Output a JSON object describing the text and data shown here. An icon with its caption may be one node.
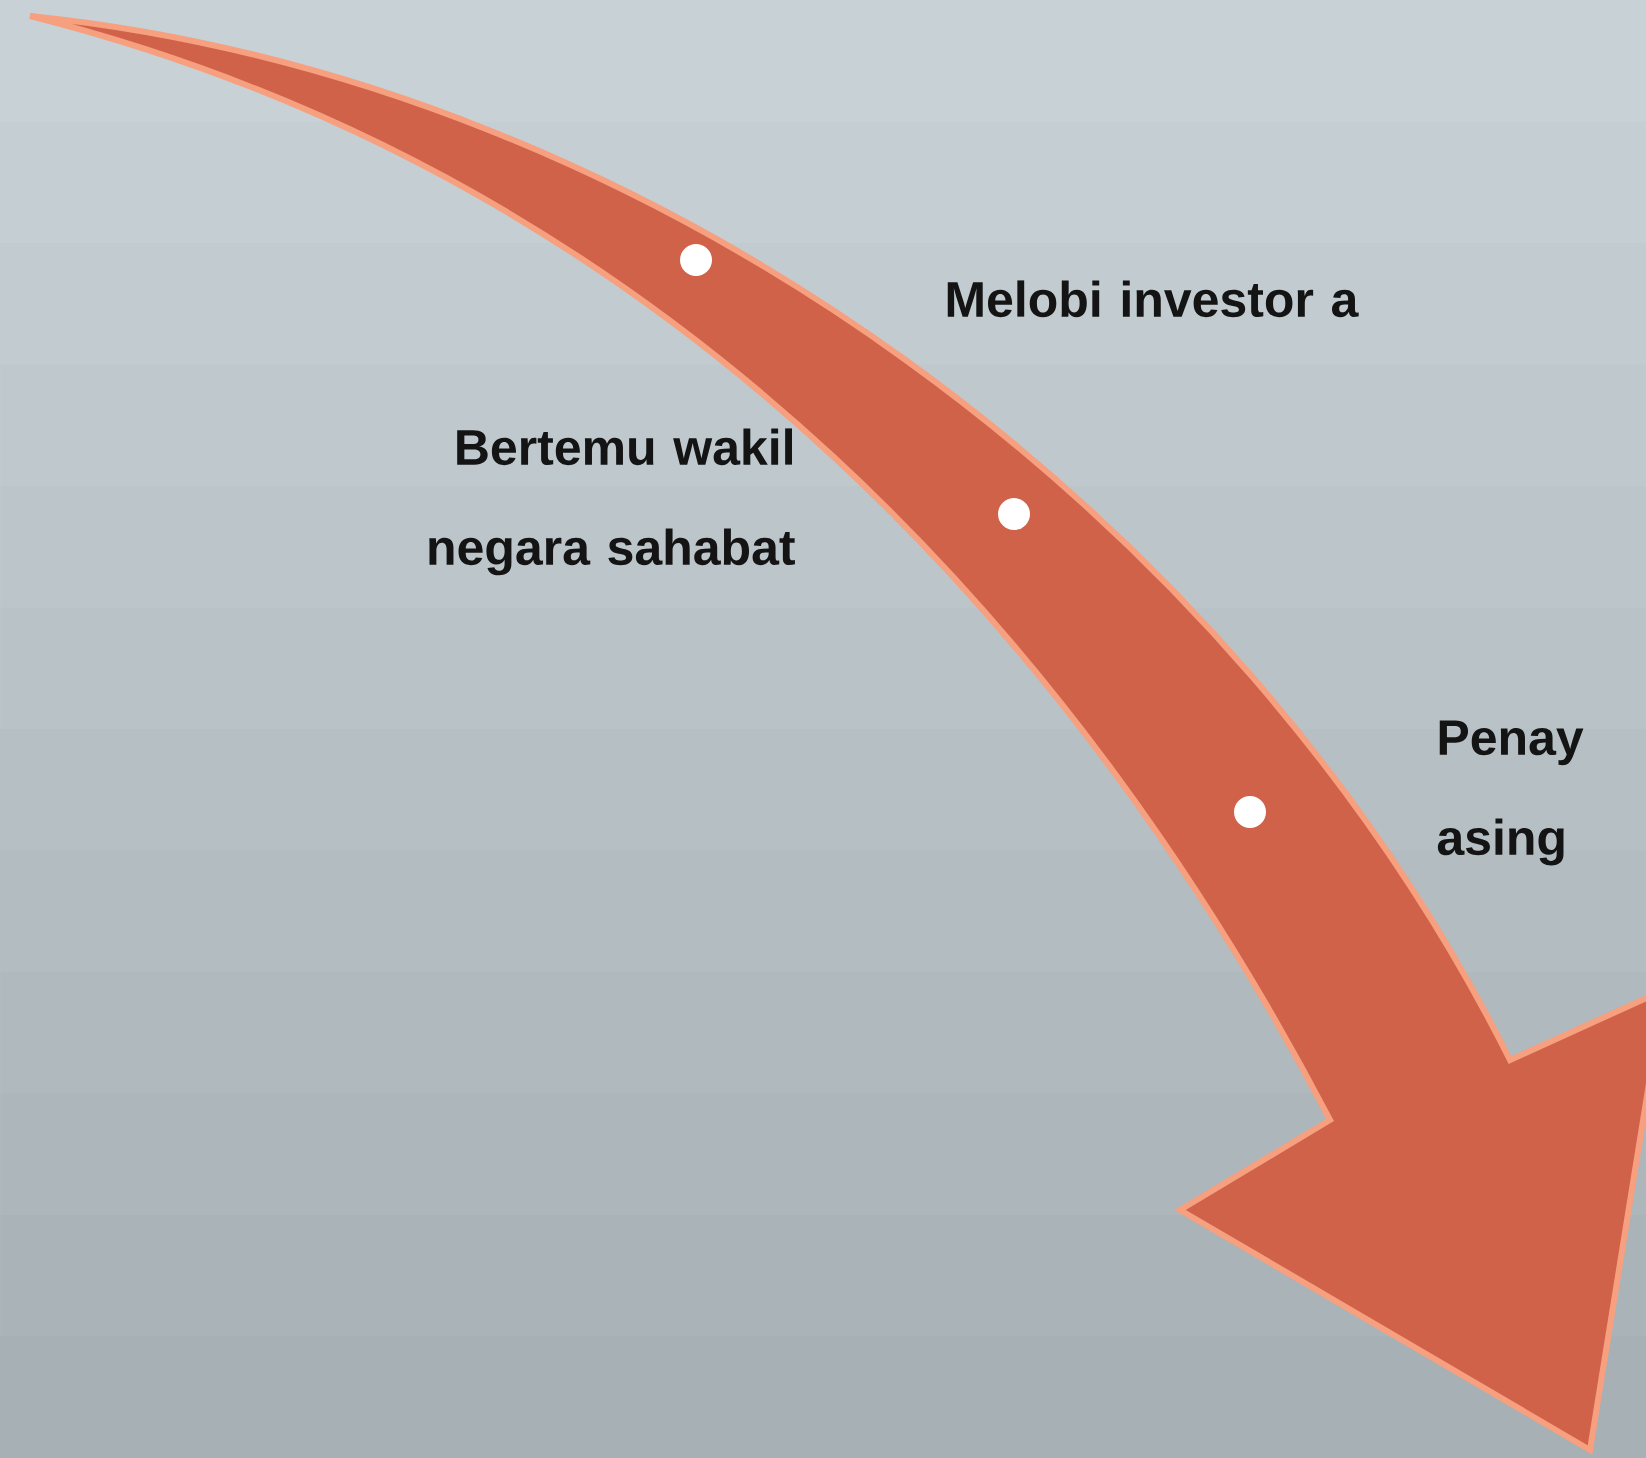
{
  "diagram": {
    "labels": [
      "Melobi investor a",
      "Bertemu wakil negara sahabat",
      "Penay asing"
    ]
  }
}
